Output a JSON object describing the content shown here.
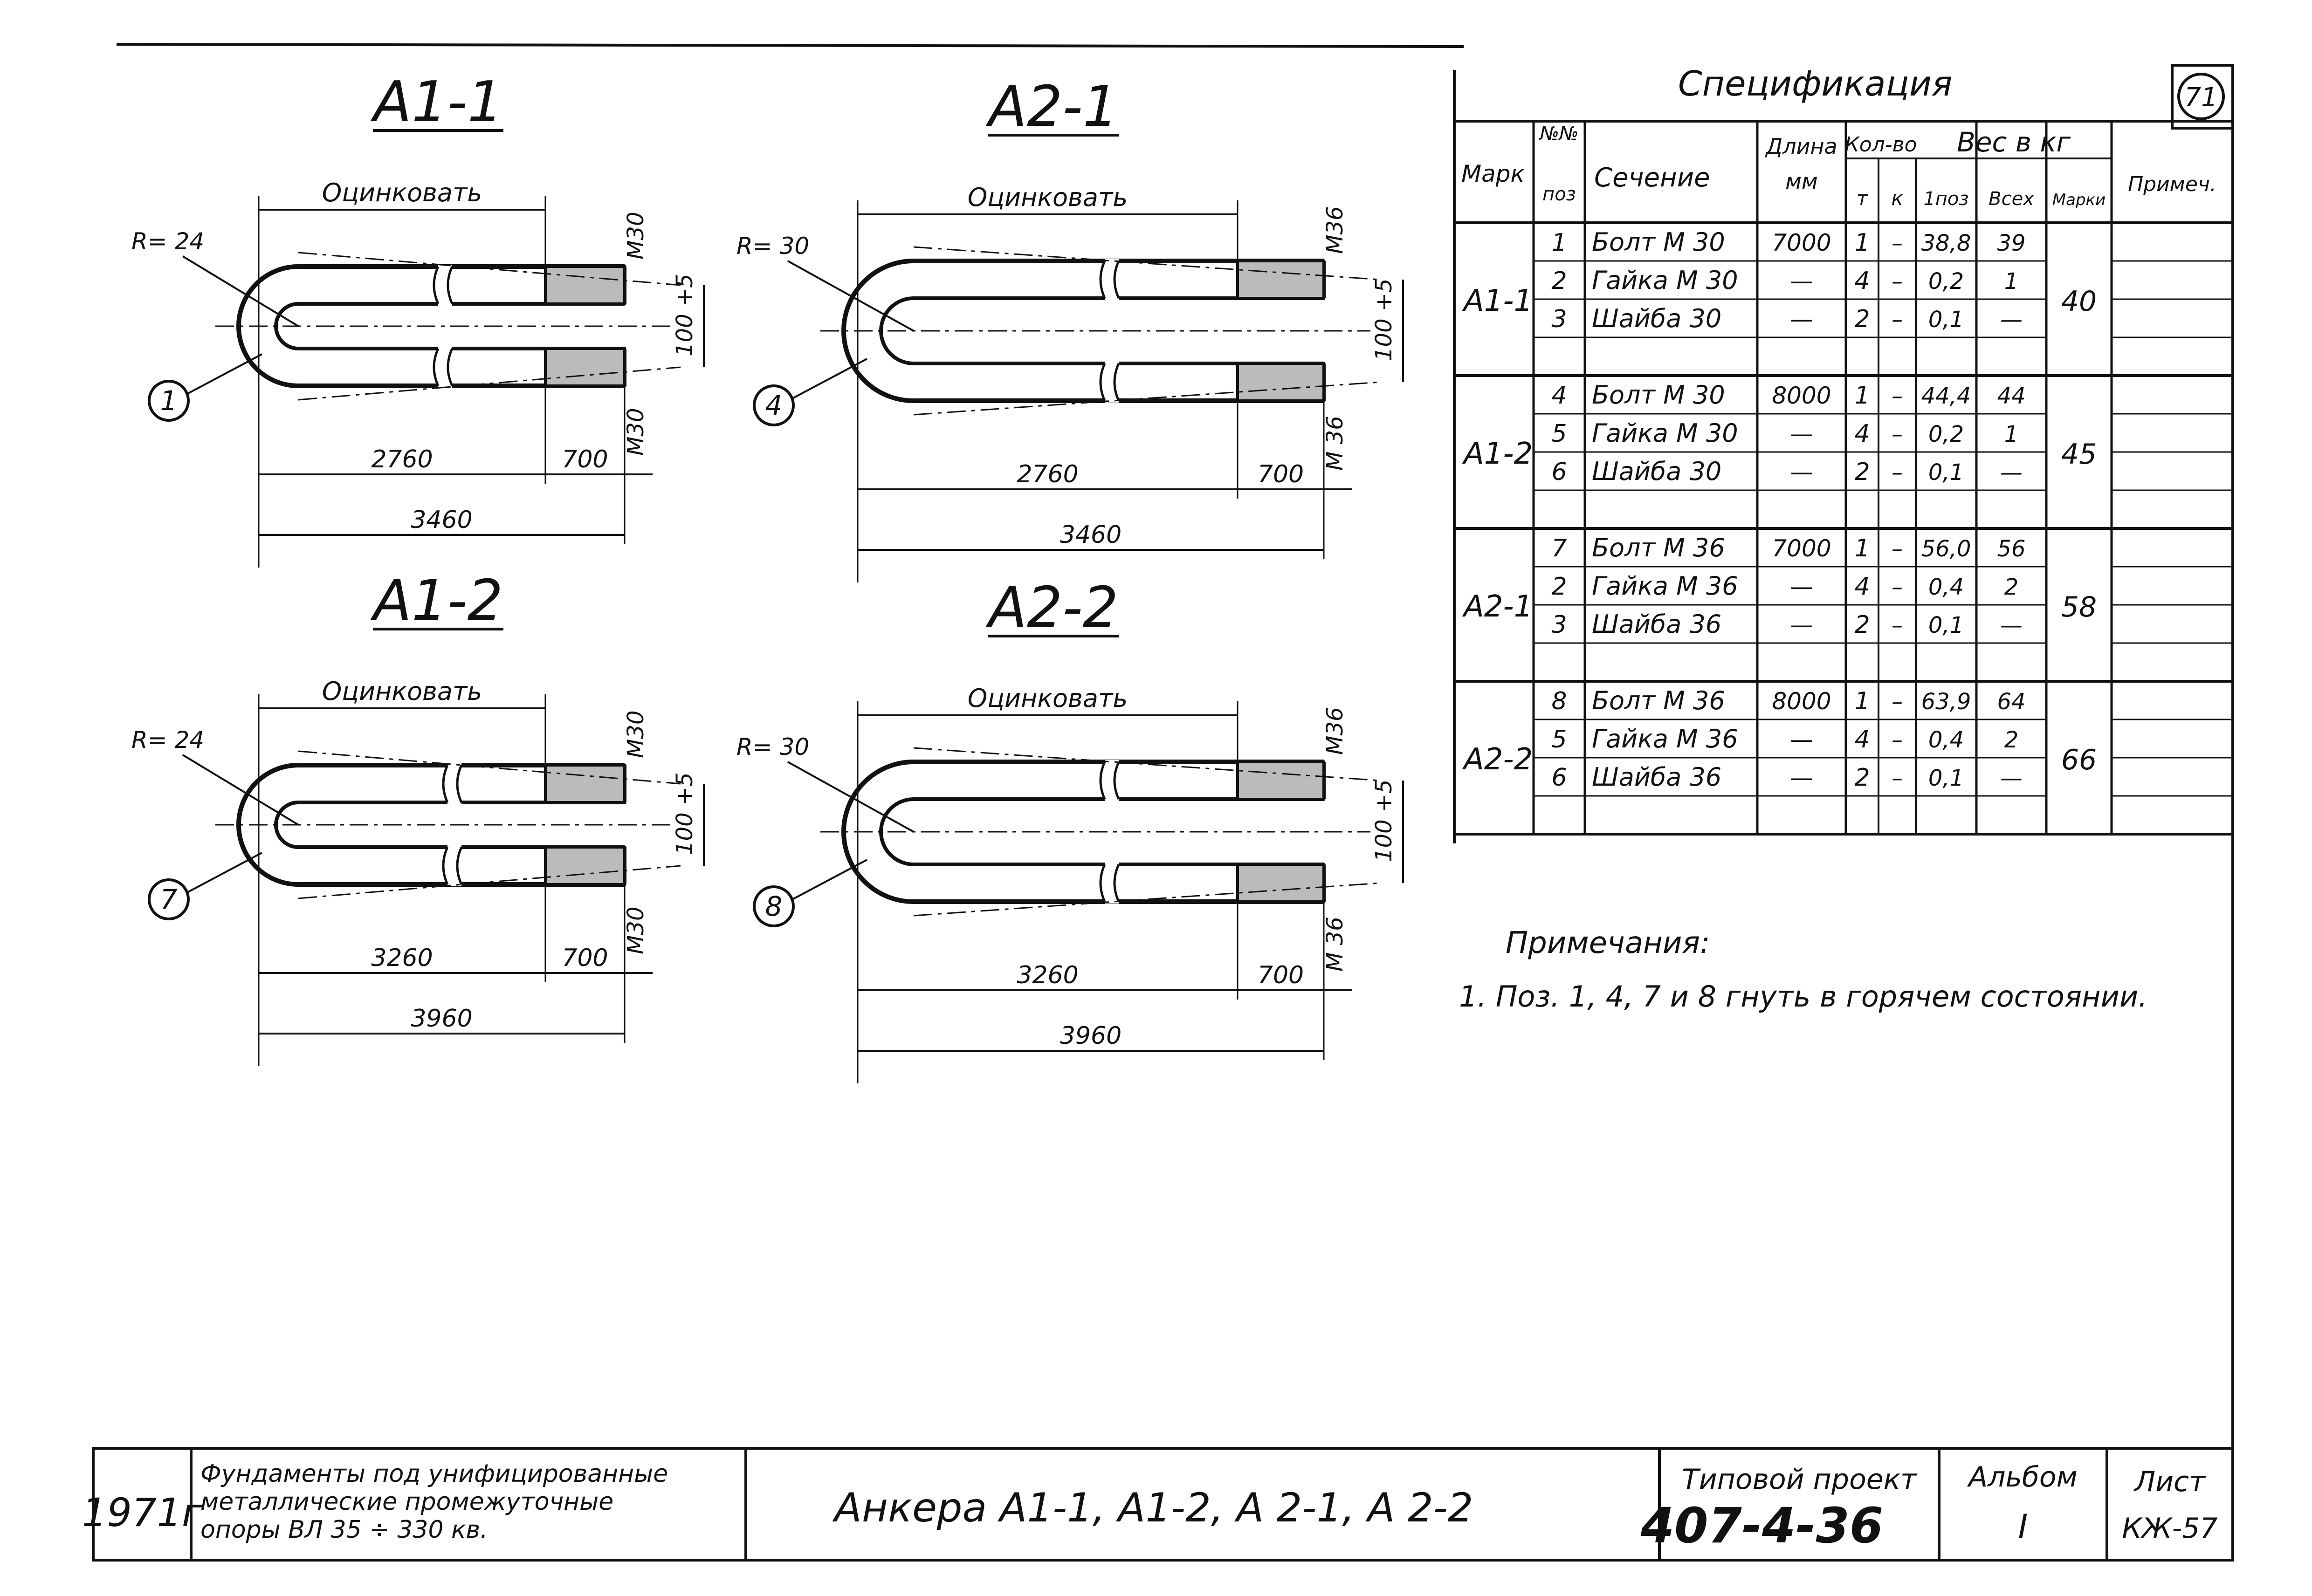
{
  "page_number": "71",
  "drawings": [
    {
      "title": "А1-1",
      "coating": "Оцинковать",
      "radius": "R= 24",
      "thread_top": "М30",
      "thread_bottom": "М30",
      "gap": "100 +5",
      "length_main": "2760",
      "length_thread": "700",
      "length_total": "3460",
      "position": "1"
    },
    {
      "title": "А2-1",
      "coating": "Оцинковать",
      "radius": "R= 30",
      "thread_top": "М36",
      "thread_bottom": "М 36",
      "gap": "100 +5",
      "length_main": "2760",
      "length_thread": "700",
      "length_total": "3460",
      "position": "4"
    },
    {
      "title": "А1-2",
      "coating": "Оцинковать",
      "radius": "R= 24",
      "thread_top": "М30",
      "thread_bottom": "М30",
      "gap": "100 +5",
      "length_main": "3260",
      "length_thread": "700",
      "length_total": "3960",
      "position": "7"
    },
    {
      "title": "А2-2",
      "coating": "Оцинковать",
      "radius": "R= 30",
      "thread_top": "М36",
      "thread_bottom": "М 36",
      "gap": "100 +5",
      "length_main": "3260",
      "length_thread": "700",
      "length_total": "3960",
      "position": "8"
    }
  ],
  "spec": {
    "title": "Спецификация",
    "headers": {
      "mark": "Марк",
      "pos_top": "№№",
      "pos_bottom": "поз",
      "section": "Сечение",
      "length_top": "Длина",
      "length_bottom": "мм",
      "qty": "Кол-во",
      "qty_t": "т",
      "qty_k": "к",
      "weight": "Вес в кг",
      "w_one": "1поз",
      "w_all": "Всех",
      "w_mark": "Марки",
      "note": "Примеч."
    },
    "groups": [
      {
        "mark": "А1-1",
        "mark_weight": "40",
        "rows": [
          {
            "pos": "1",
            "section": "Болт М 30",
            "length": "7000",
            "t": "1",
            "k": "–",
            "w1": "38,8",
            "wall": "39"
          },
          {
            "pos": "2",
            "section": "Гайка М 30",
            "length": "—",
            "t": "4",
            "k": "–",
            "w1": "0,2",
            "wall": "1"
          },
          {
            "pos": "3",
            "section": "Шайба 30",
            "length": "—",
            "t": "2",
            "k": "–",
            "w1": "0,1",
            "wall": "—"
          }
        ]
      },
      {
        "mark": "А1-2",
        "mark_weight": "45",
        "rows": [
          {
            "pos": "4",
            "section": "Болт М 30",
            "length": "8000",
            "t": "1",
            "k": "–",
            "w1": "44,4",
            "wall": "44"
          },
          {
            "pos": "5",
            "section": "Гайка М 30",
            "length": "—",
            "t": "4",
            "k": "–",
            "w1": "0,2",
            "wall": "1"
          },
          {
            "pos": "6",
            "section": "Шайба 30",
            "length": "—",
            "t": "2",
            "k": "–",
            "w1": "0,1",
            "wall": "—"
          }
        ]
      },
      {
        "mark": "А2-1",
        "mark_weight": "58",
        "rows": [
          {
            "pos": "7",
            "section": "Болт М 36",
            "length": "7000",
            "t": "1",
            "k": "–",
            "w1": "56,0",
            "wall": "56"
          },
          {
            "pos": "2",
            "section": "Гайка М 36",
            "length": "—",
            "t": "4",
            "k": "–",
            "w1": "0,4",
            "wall": "2"
          },
          {
            "pos": "3",
            "section": "Шайба 36",
            "length": "—",
            "t": "2",
            "k": "–",
            "w1": "0,1",
            "wall": "—"
          }
        ]
      },
      {
        "mark": "А2-2",
        "mark_weight": "66",
        "rows": [
          {
            "pos": "8",
            "section": "Болт М 36",
            "length": "8000",
            "t": "1",
            "k": "–",
            "w1": "63,9",
            "wall": "64"
          },
          {
            "pos": "5",
            "section": "Гайка М 36",
            "length": "—",
            "t": "4",
            "k": "–",
            "w1": "0,4",
            "wall": "2"
          },
          {
            "pos": "6",
            "section": "Шайба 36",
            "length": "—",
            "t": "2",
            "k": "–",
            "w1": "0,1",
            "wall": "—"
          }
        ]
      }
    ]
  },
  "notes": {
    "heading": "Примечания:",
    "items": [
      "1.  Поз. 1, 4, 7 и 8 гнуть в горячем состоянии."
    ]
  },
  "title_block": {
    "year": "1971г",
    "project_line1": "Фундаменты под унифицированные",
    "project_line2": "металлические промежуточные",
    "project_line3": "опоры   ВЛ 35 ÷ 330 кв.",
    "sheet_title": "Анкера  А1-1, А1-2, А 2-1, А 2-2",
    "type_label": "Типовой проект",
    "type_number": "407-4-36",
    "album_label": "Альбом",
    "album_value": "I",
    "sheet_label": "Лист",
    "sheet_value": "КЖ-57"
  }
}
